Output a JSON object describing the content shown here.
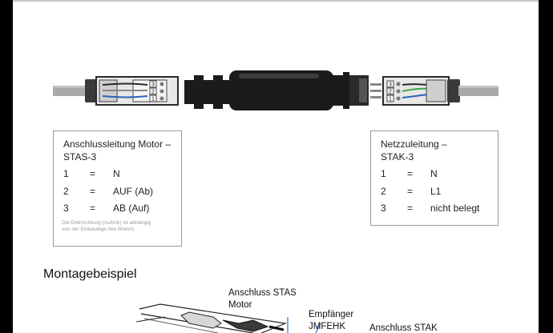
{
  "left_box": {
    "title": "Anschlussleitung Motor –\nSTAS-3",
    "rows": [
      {
        "pin": "1",
        "eq": "=",
        "value": "N"
      },
      {
        "pin": "2",
        "eq": "=",
        "value": "AUF (Ab)"
      },
      {
        "pin": "3",
        "eq": "=",
        "value": "AB (Auf)"
      }
    ],
    "note": "Die Drehrichtung (Auf/Ab) ist abhängig von der Einbaulage des Motors."
  },
  "right_box": {
    "title": "Netzzuleitung –\nSTAK-3",
    "rows": [
      {
        "pin": "1",
        "eq": "=",
        "value": "N"
      },
      {
        "pin": "2",
        "eq": "=",
        "value": "L1"
      },
      {
        "pin": "3",
        "eq": "=",
        "value": "nicht belegt"
      }
    ]
  },
  "connector_labels": {
    "left": [
      "3",
      "2",
      "1"
    ],
    "right": [
      "3",
      "2",
      "1"
    ]
  },
  "section": {
    "heading": "Montagebeispiel",
    "callouts": {
      "motor": "Anschluss STAS\nMotor",
      "receiver": "Empfänger\nJMFEHK",
      "stak": "Anschluss STAK"
    }
  },
  "colors": {
    "page_background": "#ffffff",
    "surround": "#000000",
    "cable_grey": "#a9aaa8",
    "connector_black": "#1b1b1b",
    "wire_blue": "#2a64b8",
    "wire_green": "#3aa64a"
  }
}
